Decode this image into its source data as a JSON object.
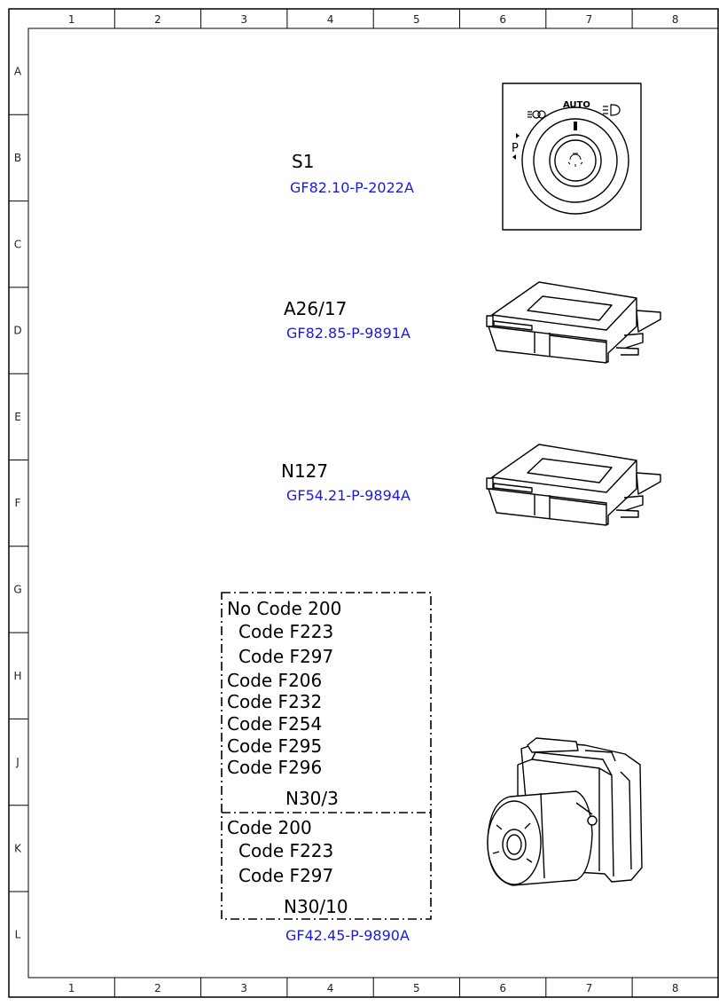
{
  "grid": {
    "columns": [
      "1",
      "2",
      "3",
      "4",
      "5",
      "6",
      "7",
      "8"
    ],
    "rows": [
      "A",
      "B",
      "C",
      "D",
      "E",
      "F",
      "G",
      "H",
      "J",
      "K",
      "L"
    ]
  },
  "components": {
    "s1": {
      "label": "S1",
      "ref": "GF82.10-P-2022A"
    },
    "a26_17": {
      "label": "A26/17",
      "ref": "GF82.85-P-9891A"
    },
    "n127": {
      "label": "N127",
      "ref": "GF54.21-P-9894A"
    }
  },
  "switch_icons": {
    "auto": "AUTO",
    "parking": "P"
  },
  "n30_box": {
    "upper_lines": [
      "No Code 200",
      "Code F223",
      "Code F297",
      "Code F206",
      "Code F232",
      "Code F254",
      "Code F295",
      "Code F296"
    ],
    "upper_label": "N30/3",
    "lower_lines": [
      "Code 200",
      "Code F223",
      "Code F297"
    ],
    "lower_label": "N30/10",
    "ref": "GF42.45-P-9890A"
  }
}
